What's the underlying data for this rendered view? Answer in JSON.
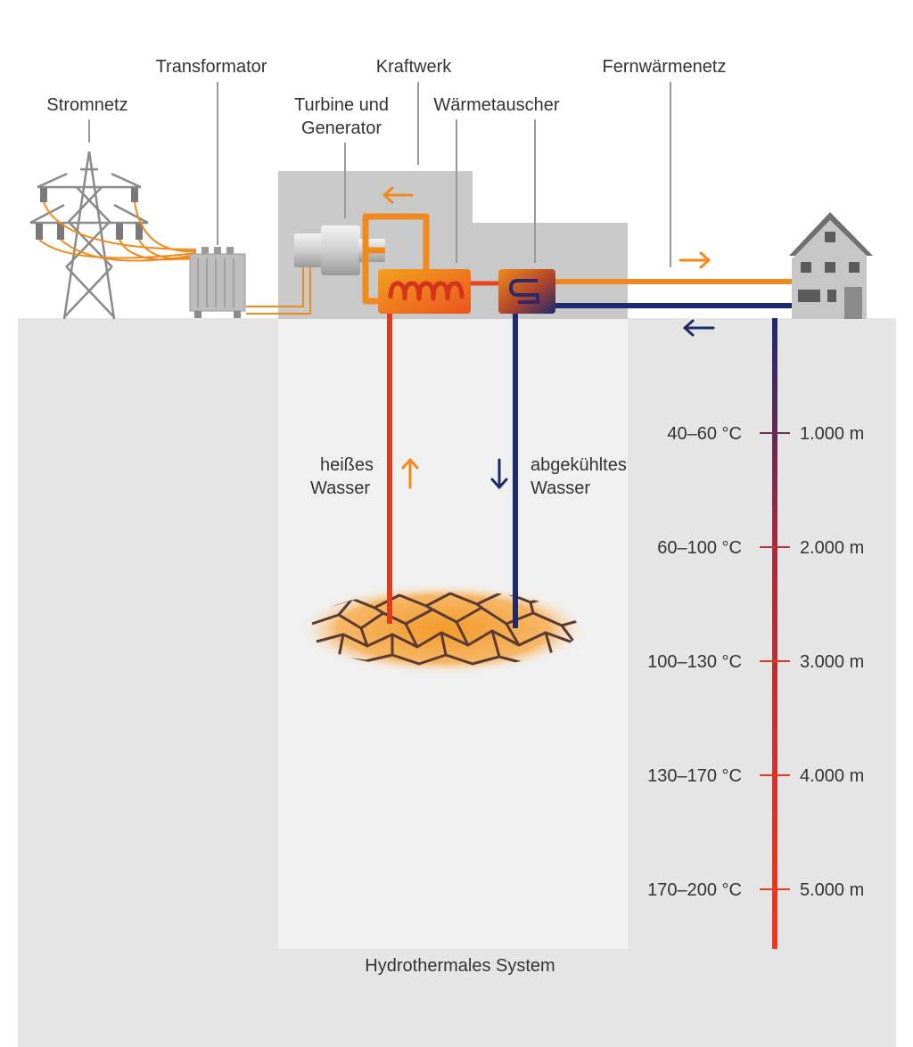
{
  "labels": {
    "stromnetz": "Stromnetz",
    "transformator": "Transformator",
    "turbine_line1": "Turbine und",
    "turbine_line2": "Generator",
    "kraftwerk": "Kraftwerk",
    "waermetauscher": "Wärmetauscher",
    "fernwaermenetz": "Fernwärmenetz",
    "hot_water_line1": "heißes",
    "hot_water_line2": "Wasser",
    "cooled_water_line1": "abgekühltes",
    "cooled_water_line2": "Wasser",
    "system": "Hydrothermales System"
  },
  "depth_scale": [
    {
      "temperature": "40–60 °C",
      "depth": "1.000 m"
    },
    {
      "temperature": "60–100 °C",
      "depth": "2.000 m"
    },
    {
      "temperature": "100–130 °C",
      "depth": "3.000 m"
    },
    {
      "temperature": "130–170 °C",
      "depth": "4.000 m"
    },
    {
      "temperature": "170–200 °C",
      "depth": "5.000 m"
    }
  ],
  "colors": {
    "hot": "#e5391e",
    "orange": "#f08a1c",
    "cold": "#1e2a6e",
    "ground": "#e5e5e5",
    "plant": "#c9c9c9",
    "text": "#333333"
  }
}
